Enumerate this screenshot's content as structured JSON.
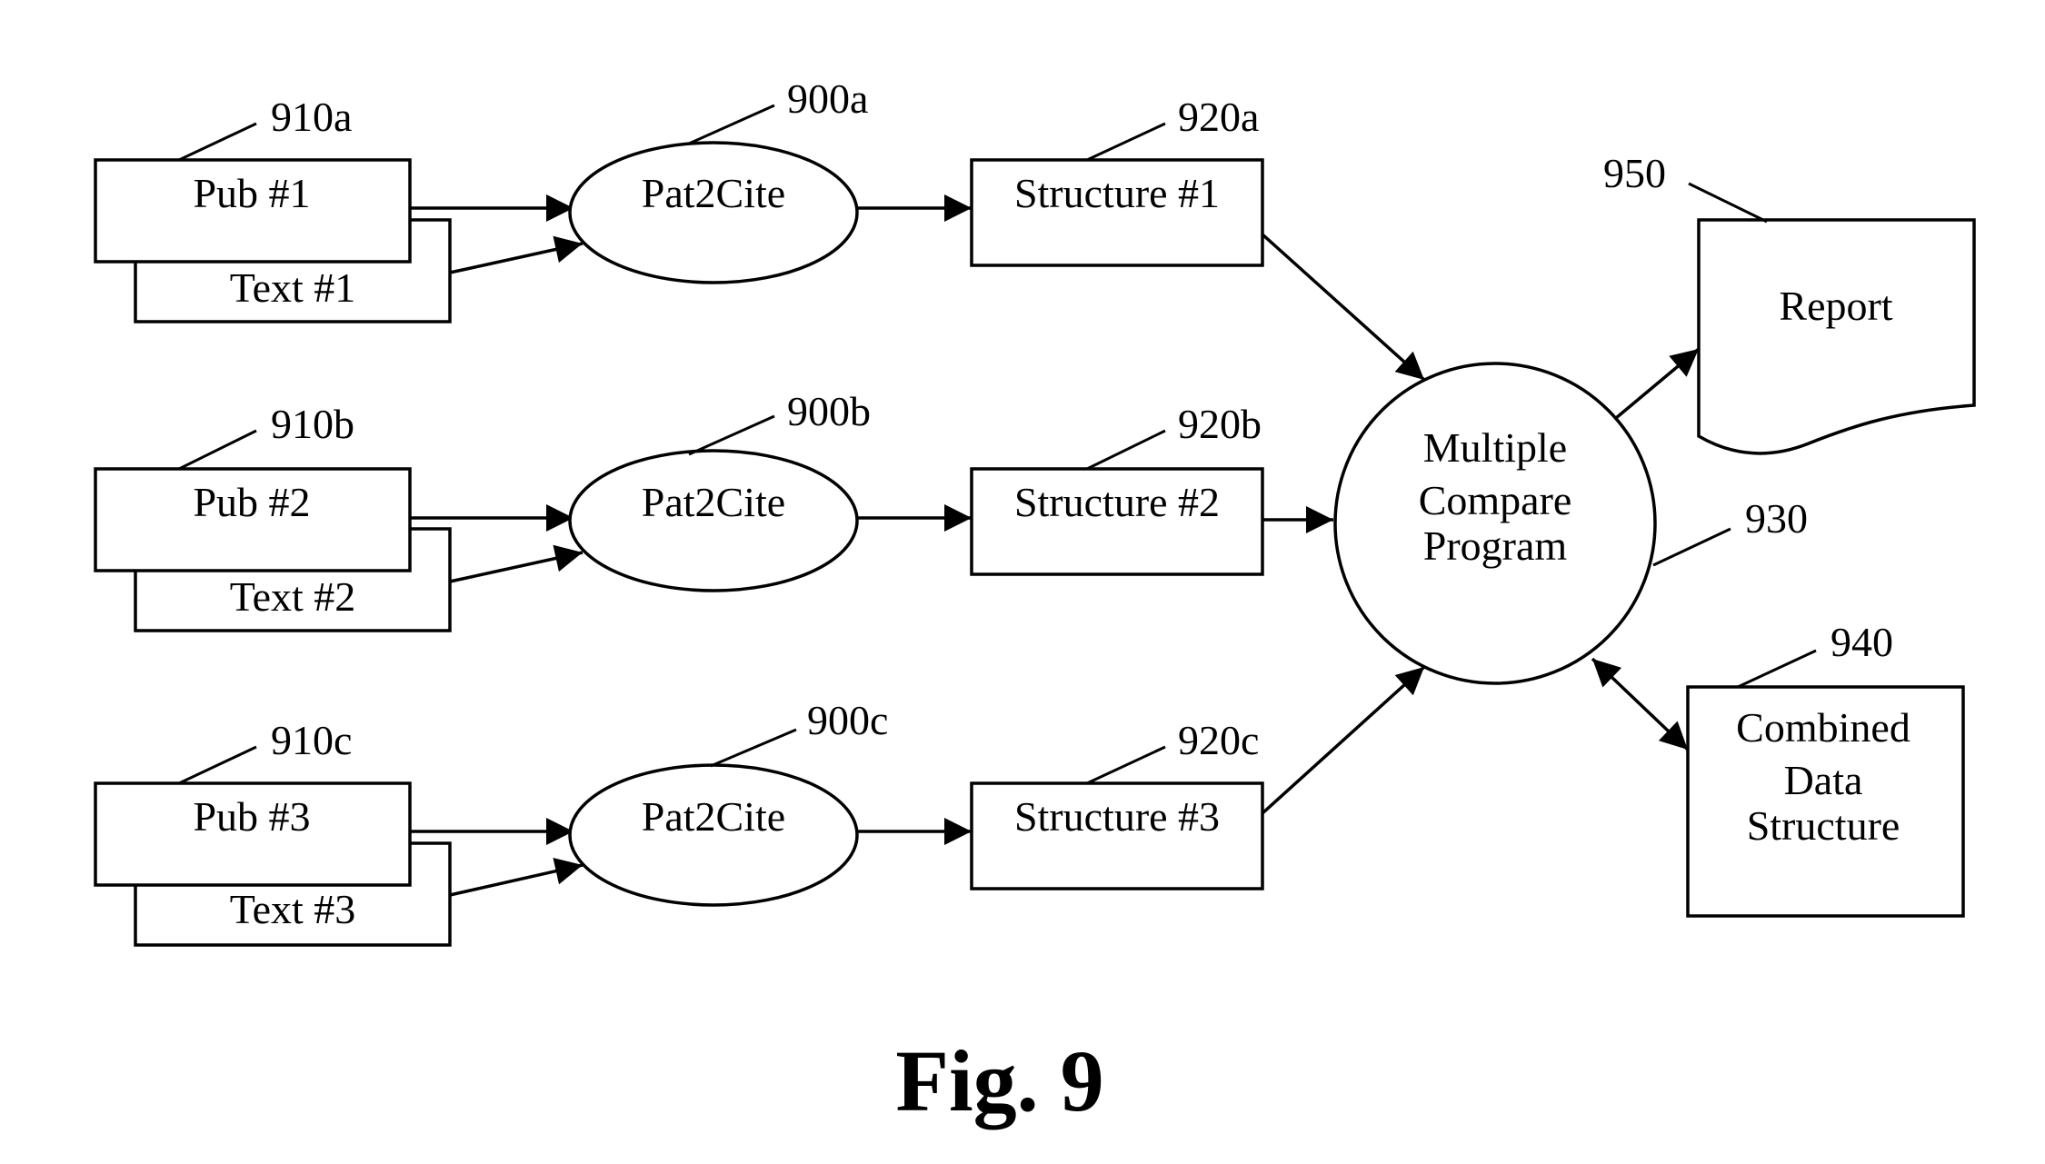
{
  "pubs": [
    {
      "pub": "Pub #1",
      "text": "Text #1",
      "ref": "910a"
    },
    {
      "pub": "Pub #2",
      "text": "Text #2",
      "ref": "910b"
    },
    {
      "pub": "Pub #3",
      "text": "Text #3",
      "ref": "910c"
    }
  ],
  "processors": [
    {
      "label": "Pat2Cite",
      "ref": "900a"
    },
    {
      "label": "Pat2Cite",
      "ref": "900b"
    },
    {
      "label": "Pat2Cite",
      "ref": "900c"
    }
  ],
  "structures": [
    {
      "label": "Structure #1",
      "ref": "920a"
    },
    {
      "label": "Structure #2",
      "ref": "920b"
    },
    {
      "label": "Structure #3",
      "ref": "920c"
    }
  ],
  "compare": {
    "line1": "Multiple",
    "line2": "Compare",
    "line3": "Program",
    "ref": "930"
  },
  "report": {
    "label": "Report",
    "ref": "950"
  },
  "combined": {
    "line1": "Combined",
    "line2": "Data",
    "line3": "Structure",
    "ref": "940"
  },
  "figure_caption": "Fig. 9"
}
